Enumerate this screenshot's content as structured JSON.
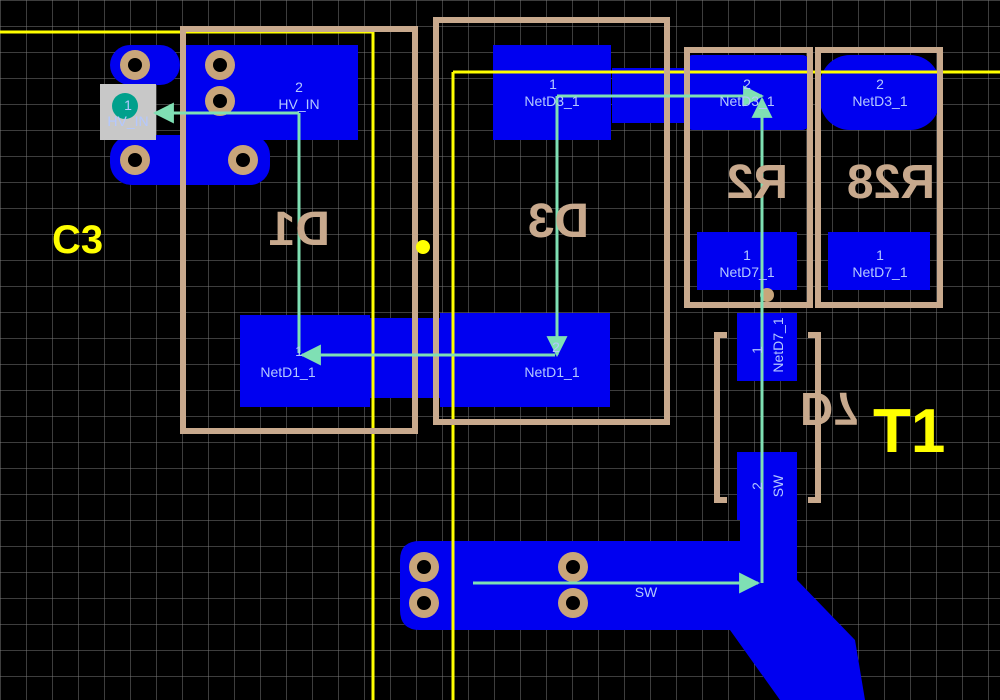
{
  "colors": {
    "background": "#000000",
    "grid": "#7a7a7a",
    "copper": "#0000f0",
    "silkscreen": "#c8a98d",
    "overlay_text": "#ffff00",
    "board_outline": "#ffff00",
    "ratsnest": "#7fe0b4",
    "pad_drill": "#c8a57a",
    "pad_label": "#b4c8ff",
    "selected_pad": "#c8c8c8",
    "via": "#00a08c"
  },
  "labels": {
    "c3": "C3",
    "t1": "T1",
    "d1": "D1",
    "d3": "D3",
    "r2": "R2",
    "r28": "R28",
    "d7": "D7"
  },
  "pads": {
    "c3_pin1_num": "1",
    "c3_pin1_net": "HV_IN",
    "d1_pin2_num": "2",
    "d1_pin2_net": "HV_IN",
    "d1_pin1_num": "1",
    "d1_pin1_net": "NetD1_1",
    "d3_pin1_num": "1",
    "d3_pin1_net": "NetD3_1",
    "d3_pin2_num": "2",
    "d3_pin2_net": "NetD1_1",
    "r2_pin2_num": "2",
    "r2_pin2_net": "NetD3_1",
    "r28_pin2_num": "2",
    "r28_pin2_net": "NetD3_1",
    "r2_pin1_num": "1",
    "r2_pin1_net": "NetD7_1",
    "r28_pin1_num": "1",
    "r28_pin1_net": "NetD7_1",
    "d7_pin1_num": "1",
    "d7_pin1_net": "NetD7_1",
    "d7_pin2_num": "2",
    "d7_pin2_net": "SW",
    "sw_net": "SW"
  }
}
